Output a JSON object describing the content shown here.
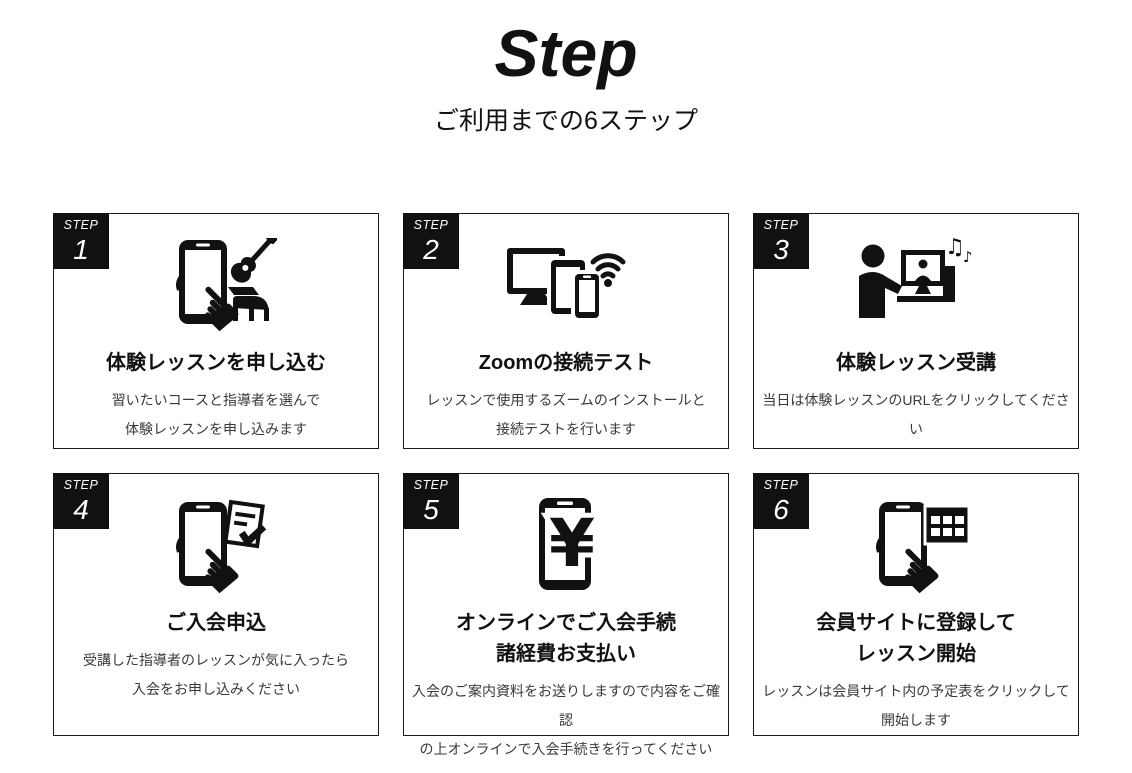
{
  "page": {
    "background": "#ffffff"
  },
  "header": {
    "title": "Step",
    "subtitle": "ご利用までの6ステップ"
  },
  "badge_label": "STEP",
  "icon_glyphs": {
    "hand": "☚",
    "yen": "¥",
    "note_double": "♫",
    "note_single": "♪"
  },
  "colors": {
    "ink": "#111111",
    "card_border": "#1b1b1b",
    "badge_bg": "#111111",
    "desc_text": "#3a3a3a"
  },
  "steps": [
    {
      "number": "1",
      "icon": "phone-tap-music-icon",
      "title_lines": [
        "体験レッスンを申し込む"
      ],
      "desc_lines": [
        "習いたいコースと指導者を選んで",
        "体験レッスンを申し込みます"
      ]
    },
    {
      "number": "2",
      "icon": "devices-wifi-icon",
      "title_lines": [
        "Zoomの接続テスト"
      ],
      "desc_lines": [
        "レッスンで使用するズームのインストールと",
        "接続テストを行います"
      ]
    },
    {
      "number": "3",
      "icon": "online-lesson-icon",
      "title_lines": [
        "体験レッスン受講"
      ],
      "desc_lines": [
        "当日は体験レッスンのURLをクリックしてください"
      ]
    },
    {
      "number": "4",
      "icon": "phone-tap-checklist-icon",
      "title_lines": [
        "ご入会申込"
      ],
      "desc_lines": [
        "受講した指導者のレッスンが気に入ったら",
        "入会をお申し込みください"
      ]
    },
    {
      "number": "5",
      "icon": "phone-yen-payment-icon",
      "title_lines": [
        "オンラインでご入会手続",
        "諸経費お支払い"
      ],
      "desc_lines": [
        "入会のご案内資料をお送りしますので内容をご確認",
        "の上オンラインで入会手続きを行ってください"
      ]
    },
    {
      "number": "6",
      "icon": "phone-tap-calendar-icon",
      "title_lines": [
        "会員サイトに登録して",
        "レッスン開始"
      ],
      "desc_lines": [
        "レッスンは会員サイト内の予定表をクリックして",
        "開始します"
      ]
    }
  ]
}
